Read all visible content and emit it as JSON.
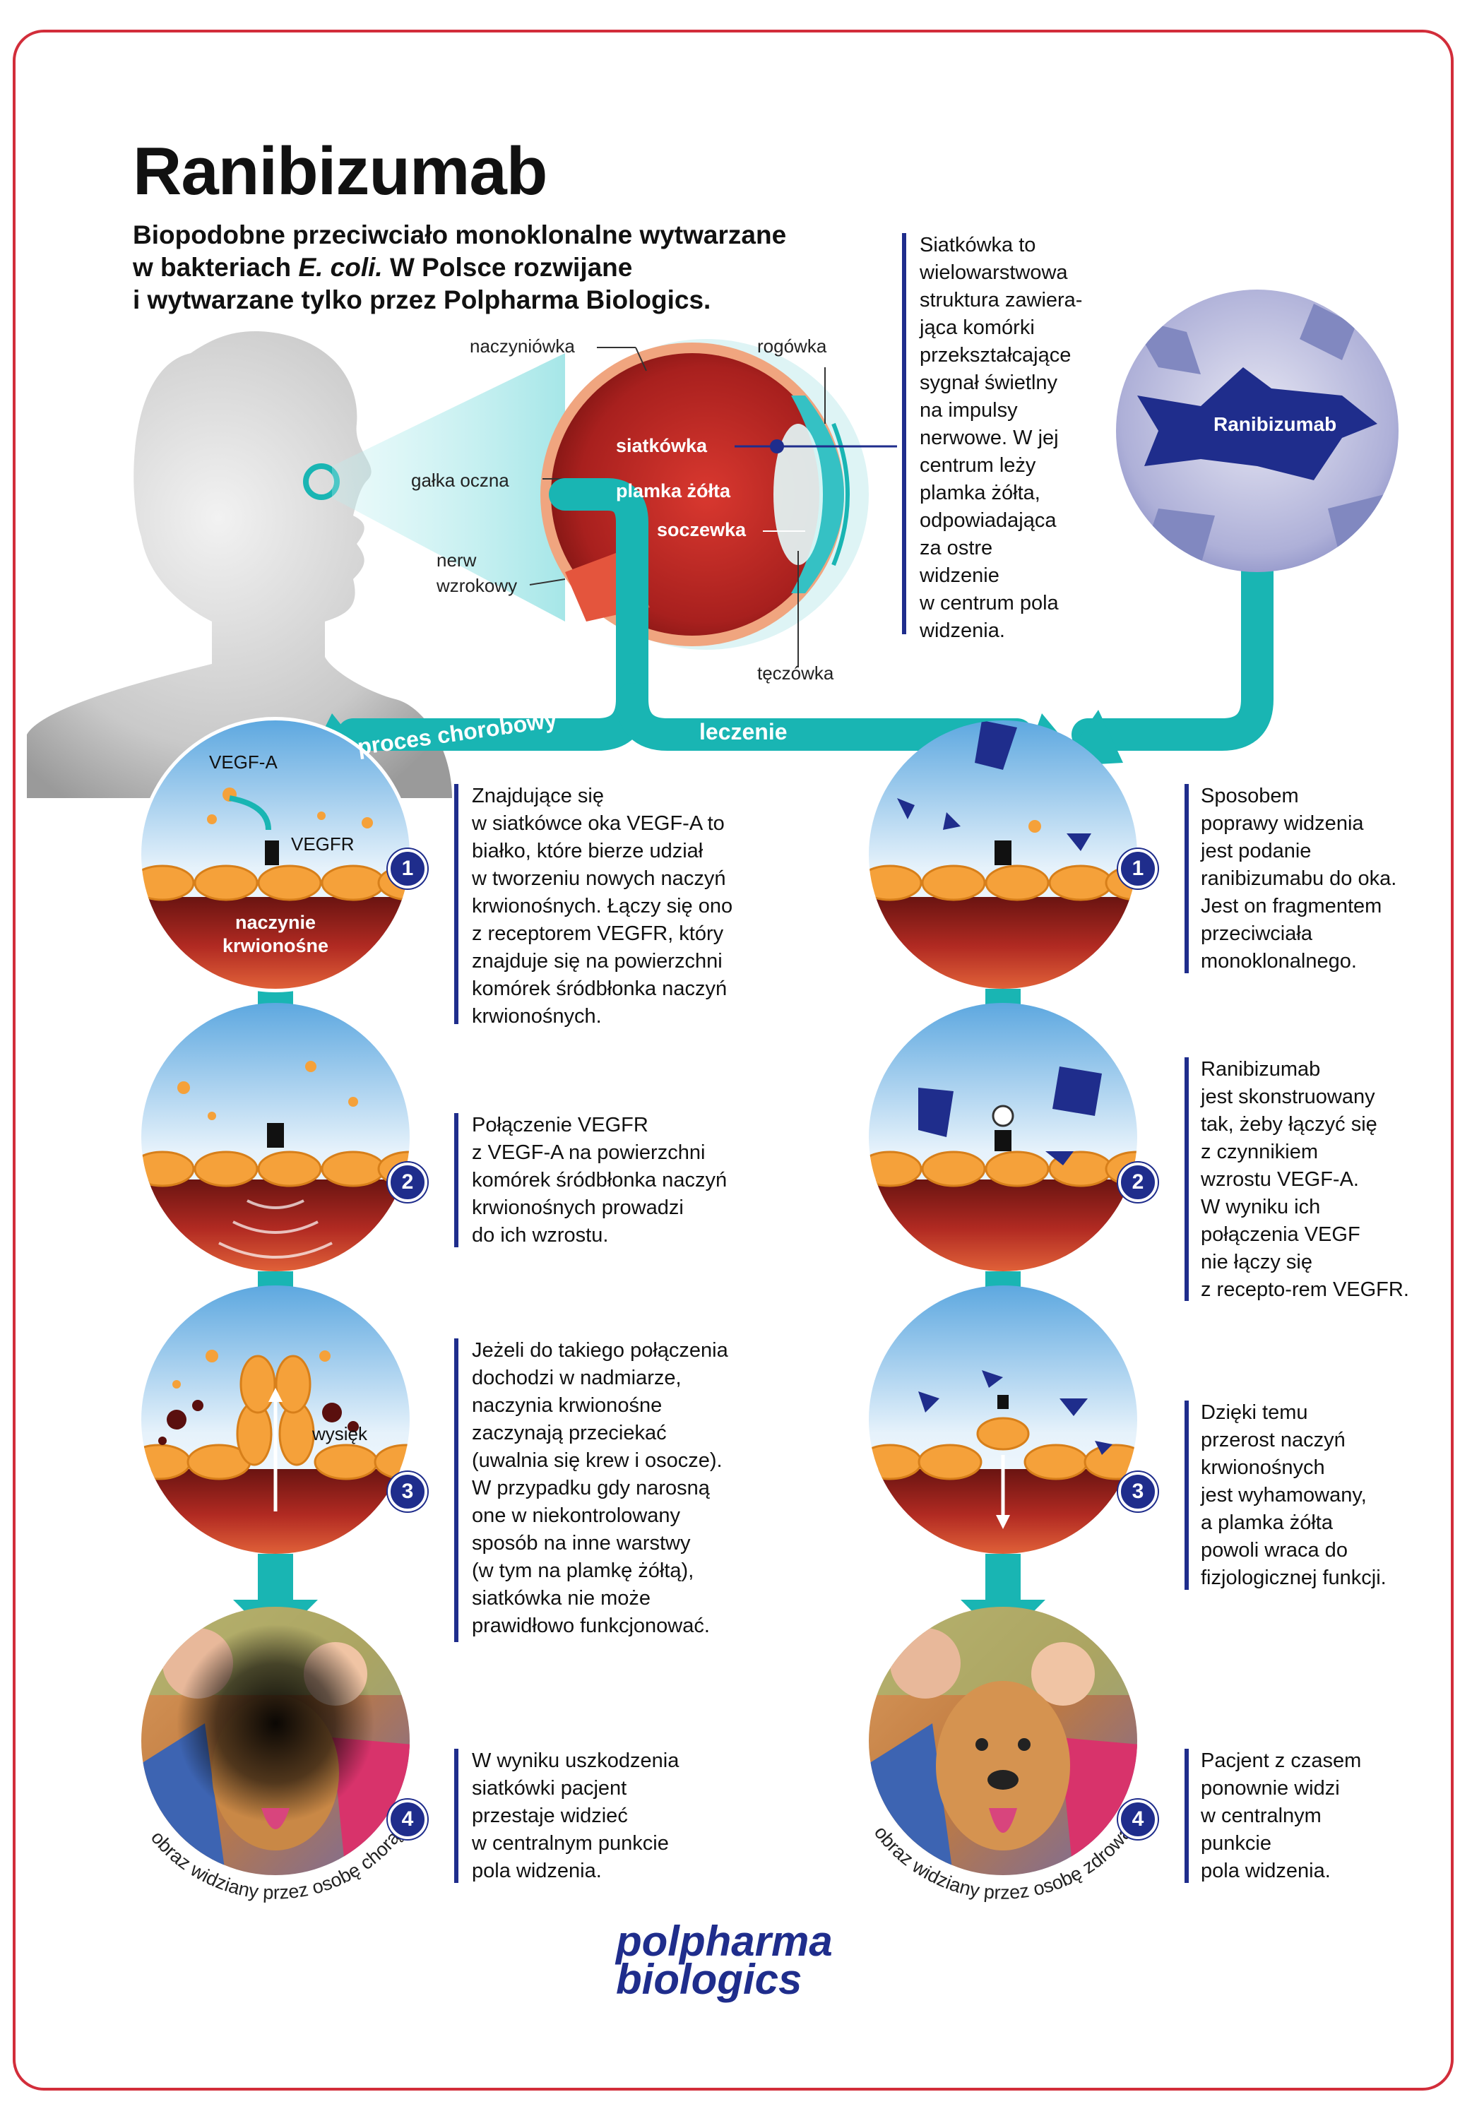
{
  "title": "Ranibizumab",
  "subtitle": {
    "line1": "Biopodobne przeciwciało monoklonalne wytwarzane",
    "line2_pre": "w bakteriach ",
    "line2_em": "E. coli.",
    "line2_post": " W Polsce rozwijane",
    "line3": "i wytwarzane tylko przez Polpharma Biologics."
  },
  "eye_labels": {
    "naczyniowka": "naczyniówka",
    "rogowka": "rogówka",
    "siatkowka": "siatkówka",
    "galka_oczna": "gałka oczna",
    "plamka": "plamka żółta",
    "soczewka": "soczewka",
    "nerw_1": "nerw",
    "nerw_2": "wzrokowy",
    "teczowka": "tęczówka"
  },
  "retina_note": [
    "Siatkówka to",
    "wielowarstwowa",
    "struktura zawiera-",
    "jąca komórki",
    "przekształcające",
    "sygnał świetlny",
    "na impulsy",
    "nerwowe. W jej",
    "centrum leży",
    "plamka żółta,",
    "odpowiadająca",
    "za ostre",
    "widzenie",
    "w centrum pola",
    "widzenia."
  ],
  "ranibizumab_label": "Ranibizumab",
  "flow": {
    "left": "proces chorobowy",
    "right": "leczenie"
  },
  "circle_labels": {
    "vegfa": "VEGF-A",
    "vegfr": "VEGFR",
    "naczynie_1": "naczynie",
    "naczynie_2": "krwionośne",
    "wysiek": "wysięk",
    "left_caption": "obraz widziany przez osobę chorą",
    "right_caption": "obraz widziany przez osobę zdrową"
  },
  "badges": [
    "1",
    "2",
    "3",
    "4"
  ],
  "disease_steps": [
    [
      "Znajdujące się",
      "w siatkówce oka VEGF-A to",
      "białko, które bierze udział",
      "w tworzeniu nowych naczyń",
      "krwionośnych. Łączy się ono",
      "z receptorem VEGFR, który",
      "znajduje się na powierzchni",
      "komórek śródbłonka naczyń",
      "krwionośnych."
    ],
    [
      "Połączenie VEGFR",
      "z VEGF-A na powierzchni",
      "komórek śródbłonka naczyń",
      "krwionośnych prowadzi",
      "do ich wzrostu."
    ],
    [
      "Jeżeli do takiego połączenia",
      "dochodzi w nadmiarze,",
      "naczynia krwionośne",
      "zaczynają przeciekać",
      "(uwalnia się krew i osocze).",
      "W przypadku gdy narosną",
      "one w niekontrolowany",
      "sposób na inne warstwy",
      "(w tym na plamkę żółtą),",
      "siatkówka nie może",
      "prawidłowo funkcjonować."
    ],
    [
      "W wyniku uszkodzenia",
      " siatkówki pacjent",
      "przestaje widzieć",
      "w centralnym punkcie",
      "pola widzenia."
    ]
  ],
  "treatment_steps": [
    [
      "Sposobem",
      "poprawy widzenia",
      "jest podanie",
      "ranibizumabu do oka.",
      "Jest on fragmentem",
      "przeciwciała",
      "monoklonalnego."
    ],
    [
      "Ranibizumab",
      "jest skonstruowany",
      "tak, żeby łączyć się",
      "z czynnikiem",
      "wzrostu VEGF-A.",
      "W wyniku ich",
      "połączenia VEGF",
      "nie łączy się",
      "z recepto-rem VEGFR."
    ],
    [
      "Dzięki temu",
      "przerost naczyń",
      "krwionośnych",
      "jest wyhamowany,",
      "a plamka żółta",
      "powoli wraca do",
      "fizjologicznej funkcji."
    ],
    [
      "Pacjent z czasem",
      "ponownie widzi",
      "w centralnym",
      "punkcie",
      "pola widzenia."
    ]
  ],
  "logo": {
    "line1": "polpharma",
    "line2": "biologics"
  },
  "colors": {
    "teal": "#19b5b3",
    "navy": "#1f2d8c",
    "red": "#d22d3a",
    "orange": "#f5a13a"
  }
}
